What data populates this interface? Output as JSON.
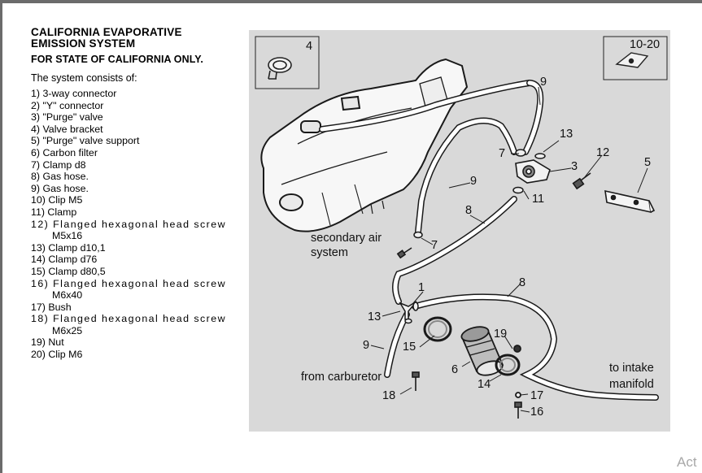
{
  "doc": {
    "title_line1": "CALIFORNIA EVAPORATIVE",
    "title_line2": "EMISSION SYSTEM",
    "subtitle": "FOR STATE OF CALIFORNIA ONLY.",
    "intro": "The system consists of:",
    "parts": [
      "1) 3-way connector",
      "2) \"Y\" connector",
      "3) \"Purge\" valve",
      "4) Valve bracket",
      "5) \"Purge\" valve support",
      "6) Carbon filter",
      "7) Clamp d8",
      "8) Gas hose.",
      "9) Gas hose.",
      "10) Clip M5",
      "11) Clamp",
      "12) Flanged hexagonal head screw",
      "M5x16",
      "13) Clamp d10,1",
      "14) Clamp d76",
      "15) Clamp d80,5",
      "16) Flanged hexagonal head screw",
      "M6x40",
      "17) Bush",
      "18) Flanged hexagonal head screw",
      "M6x25",
      "19) Nut",
      "20) Clip M6"
    ]
  },
  "diagram": {
    "inset_left_num": "4",
    "inset_right_num": "10-20",
    "label_secondary_air_1": "secondary air",
    "label_secondary_air_2": "system",
    "label_from_carb": "from carburetor",
    "label_intake_1": "to intake",
    "label_intake_2": "manifold",
    "callouts": {
      "n9_top": "9",
      "n13_top": "13",
      "n7_top": "7",
      "n3": "3",
      "n12": "12",
      "n5": "5",
      "n9_mid": "9",
      "n11": "11",
      "n8_mid": "8",
      "n7_mid": "7",
      "n8_right": "8",
      "n1": "1",
      "n13_left": "13",
      "n9_left": "9",
      "n15": "15",
      "n19": "19",
      "n6": "6",
      "n14": "14",
      "n17": "17",
      "n18": "18",
      "n16": "16"
    }
  },
  "watermark": "Act"
}
